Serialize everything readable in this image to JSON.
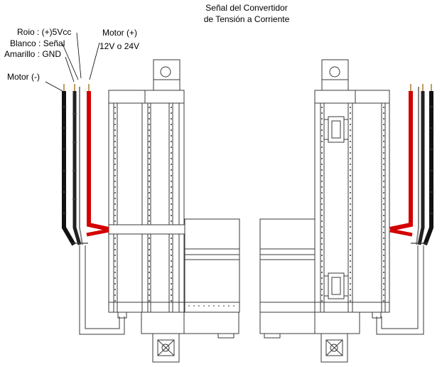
{
  "title": {
    "line1": "Señal del Convertidor",
    "line2": "de Tensión a Corriente"
  },
  "labels": {
    "rojo": "Roio : (+)5Vcc",
    "blanco": "Blanco : Señal",
    "amarillo": "Amarillo : GND",
    "motor_neg": "Motor (-)",
    "motor_pos": "Motor (+)",
    "voltage": "12V o 24V"
  },
  "colors": {
    "wire_red": "#d40000",
    "wire_black": "#111111",
    "outline": "#3a3a3a"
  }
}
